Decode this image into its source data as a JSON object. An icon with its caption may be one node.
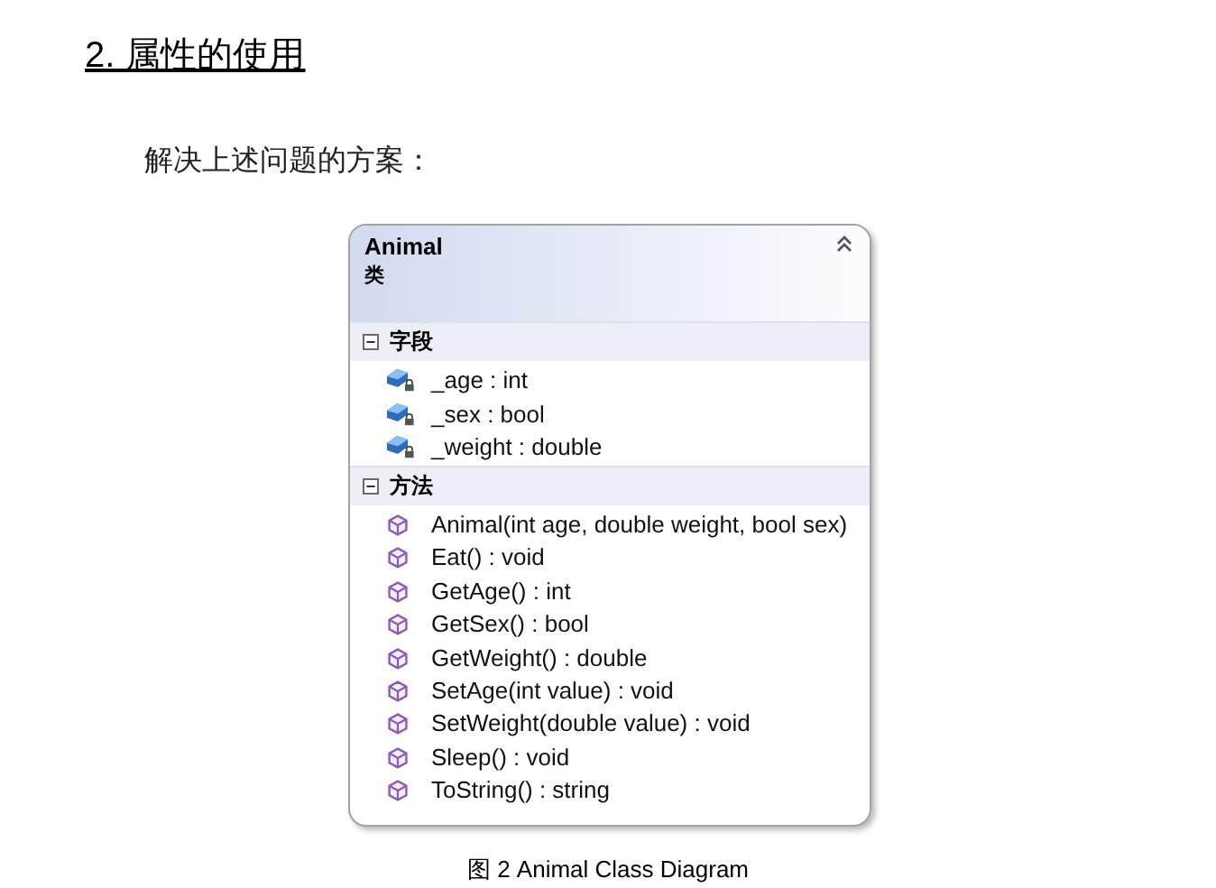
{
  "diagram": {
    "title": "2. 属性的使用",
    "nodes": [
      {
        "text": [
          "Animal",
          "类"
        ]
      },
      {
        "text": [
          "字段",
          "_age : int",
          "_sex : bool",
          "_weight : double"
        ],
        "in": 0
      },
      {
        "text": [
          "方法",
          "Animal(int age, double weight, bool sex)",
          "Eat() : void",
          "GetAge() : int",
          "GetSex() : bool",
          "GetWeight() : double",
          "SetAge(int value) : void",
          "SetWeight(double value) : void",
          "Sleep() : void",
          "ToString() : string"
        ],
        "in": 0
      }
    ],
    "edges": [],
    "labels": [
      "解决上述问题的方案："
    ],
    "caption": "图 2 Animal Class Diagram"
  }
}
